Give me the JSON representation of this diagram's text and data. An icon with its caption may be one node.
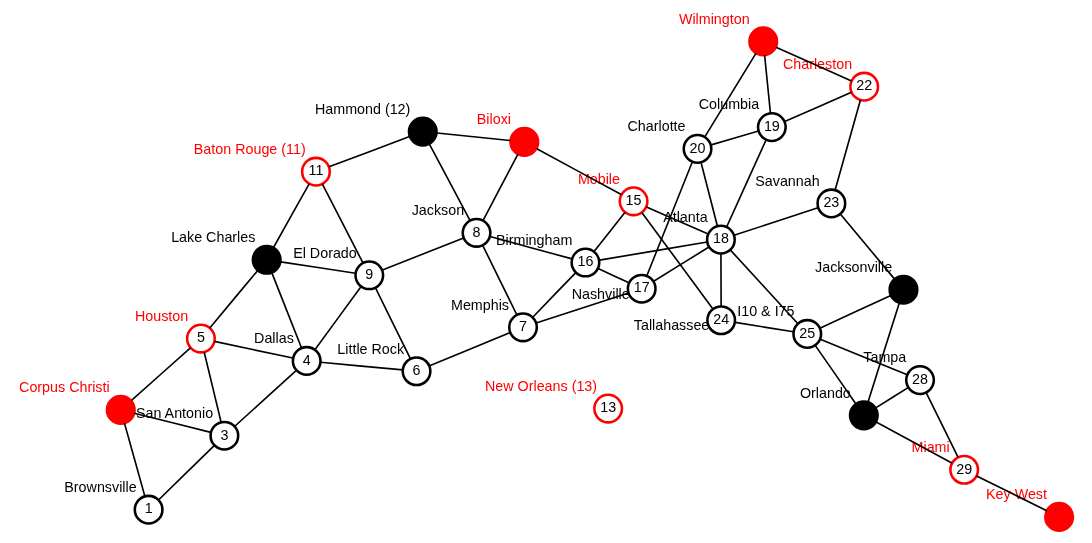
{
  "diagram": {
    "nodes": [
      {
        "text": [
          "1"
        ],
        "beside": [
          "Brownsville"
        ]
      },
      {
        "text": [
          "3"
        ],
        "beside": [
          "San Antonio"
        ]
      },
      {
        "text": [
          "4"
        ],
        "beside": [
          "Dallas"
        ]
      },
      {
        "text": [
          "5"
        ],
        "beside": [
          "Houston"
        ]
      },
      {
        "text": [],
        "shape": "circle",
        "beside": [
          "Corpus Christi"
        ]
      },
      {
        "text": [],
        "shape": "circle",
        "beside": [
          "Lake Charles"
        ]
      },
      {
        "text": [
          "6"
        ],
        "beside": [
          "Little Rock"
        ]
      },
      {
        "text": [
          "7"
        ],
        "beside": [
          "Memphis"
        ]
      },
      {
        "text": [
          "8"
        ],
        "beside": [
          "Jackson"
        ]
      },
      {
        "text": [
          "9"
        ],
        "beside": [
          "El Dorado"
        ]
      },
      {
        "text": [
          "11"
        ],
        "beside": [
          "Baton Rouge (11)"
        ]
      },
      {
        "text": [],
        "shape": "circle",
        "beside": [
          "Hammond (12)"
        ]
      },
      {
        "text": [
          "13"
        ],
        "beside": [
          "New Orleans (13)"
        ]
      },
      {
        "text": [],
        "shape": "circle",
        "beside": [
          "Biloxi"
        ]
      },
      {
        "text": [
          "15"
        ],
        "beside": [
          "Mobile"
        ]
      },
      {
        "text": [
          "16"
        ],
        "beside": [
          "Birmingham"
        ]
      },
      {
        "text": [
          "17"
        ],
        "beside": [
          "Nashville"
        ]
      },
      {
        "text": [
          "18"
        ],
        "beside": [
          "Atlanta"
        ]
      },
      {
        "text": [
          "19"
        ],
        "beside": [
          "Columbia"
        ]
      },
      {
        "text": [
          "20"
        ],
        "beside": [
          "Charlotte"
        ]
      },
      {
        "text": [],
        "shape": "circle",
        "beside": [
          "Wilmington"
        ]
      },
      {
        "text": [
          "22"
        ],
        "beside": [
          "Charleston"
        ]
      },
      {
        "text": [
          "23"
        ],
        "beside": [
          "Savannah"
        ]
      },
      {
        "text": [
          "24"
        ],
        "beside": [
          "Tallahassee"
        ]
      },
      {
        "text": [
          "25"
        ],
        "beside": [
          "I10 & I75"
        ]
      },
      {
        "text": [],
        "shape": "circle",
        "beside": [
          "Jacksonville"
        ]
      },
      {
        "text": [],
        "shape": "circle",
        "beside": [
          "Orlando"
        ]
      },
      {
        "text": [
          "28"
        ],
        "beside": [
          "Tampa"
        ]
      },
      {
        "text": [
          "29"
        ],
        "beside": [
          "Miami"
        ]
      },
      {
        "text": [],
        "shape": "circle",
        "beside": [
          "Key West"
        ]
      }
    ],
    "edges": [
      {
        "from": 1,
        "to": 0,
        "arrow": "none"
      },
      {
        "from": 1,
        "to": 4,
        "arrow": "none"
      },
      {
        "from": 4,
        "to": 0,
        "arrow": "none"
      },
      {
        "from": 1,
        "to": 2,
        "arrow": "none"
      },
      {
        "from": 1,
        "to": 3,
        "arrow": "none"
      },
      {
        "from": 3,
        "to": 4,
        "arrow": "none"
      },
      {
        "from": 2,
        "to": 3,
        "arrow": "none"
      },
      {
        "from": 2,
        "to": 5,
        "arrow": "none"
      },
      {
        "from": 2,
        "to": 9,
        "arrow": "none"
      },
      {
        "from": 2,
        "to": 6,
        "arrow": "none"
      },
      {
        "from": 3,
        "to": 5,
        "arrow": "none"
      },
      {
        "from": 6,
        "to": 7,
        "arrow": "none"
      },
      {
        "from": 6,
        "to": 9,
        "arrow": "none"
      },
      {
        "from": 9,
        "to": 5,
        "arrow": "none"
      },
      {
        "from": 9,
        "to": 10,
        "arrow": "none"
      },
      {
        "from": 9,
        "to": 8,
        "arrow": "none"
      },
      {
        "from": 7,
        "to": 8,
        "arrow": "none"
      },
      {
        "from": 7,
        "to": 16,
        "arrow": "none"
      },
      {
        "from": 7,
        "to": 15,
        "arrow": "none"
      },
      {
        "from": 8,
        "to": 11,
        "arrow": "none"
      },
      {
        "from": 8,
        "to": 13,
        "arrow": "none"
      },
      {
        "from": 8,
        "to": 15,
        "arrow": "none"
      },
      {
        "from": 5,
        "to": 10,
        "arrow": "none"
      },
      {
        "from": 10,
        "to": 11,
        "arrow": "none"
      },
      {
        "from": 11,
        "to": 13,
        "arrow": "none"
      },
      {
        "from": 13,
        "to": 14,
        "arrow": "none"
      },
      {
        "from": 15,
        "to": 16,
        "arrow": "none"
      },
      {
        "from": 15,
        "to": 17,
        "arrow": "none"
      },
      {
        "from": 15,
        "to": 14,
        "arrow": "none"
      },
      {
        "from": 14,
        "to": 17,
        "arrow": "none"
      },
      {
        "from": 14,
        "to": 23,
        "arrow": "none"
      },
      {
        "from": 16,
        "to": 17,
        "arrow": "none"
      },
      {
        "from": 16,
        "to": 19,
        "arrow": "none"
      },
      {
        "from": 17,
        "to": 19,
        "arrow": "none"
      },
      {
        "from": 17,
        "to": 18,
        "arrow": "none"
      },
      {
        "from": 17,
        "to": 22,
        "arrow": "none"
      },
      {
        "from": 17,
        "to": 23,
        "arrow": "none"
      },
      {
        "from": 17,
        "to": 24,
        "arrow": "none"
      },
      {
        "from": 18,
        "to": 19,
        "arrow": "none"
      },
      {
        "from": 18,
        "to": 20,
        "arrow": "none"
      },
      {
        "from": 18,
        "to": 21,
        "arrow": "none"
      },
      {
        "from": 19,
        "to": 20,
        "arrow": "none"
      },
      {
        "from": 20,
        "to": 21,
        "arrow": "none"
      },
      {
        "from": 21,
        "to": 22,
        "arrow": "none"
      },
      {
        "from": 22,
        "to": 25,
        "arrow": "none"
      },
      {
        "from": 23,
        "to": 24,
        "arrow": "none"
      },
      {
        "from": 24,
        "to": 25,
        "arrow": "none"
      },
      {
        "from": 24,
        "to": 27,
        "arrow": "none"
      },
      {
        "from": 24,
        "to": 26,
        "arrow": "none"
      },
      {
        "from": 25,
        "to": 26,
        "arrow": "none"
      },
      {
        "from": 27,
        "to": 26,
        "arrow": "none"
      },
      {
        "from": 27,
        "to": 28,
        "arrow": "none"
      },
      {
        "from": 26,
        "to": 28,
        "arrow": "none"
      },
      {
        "from": 28,
        "to": 29,
        "arrow": "none"
      }
    ]
  }
}
